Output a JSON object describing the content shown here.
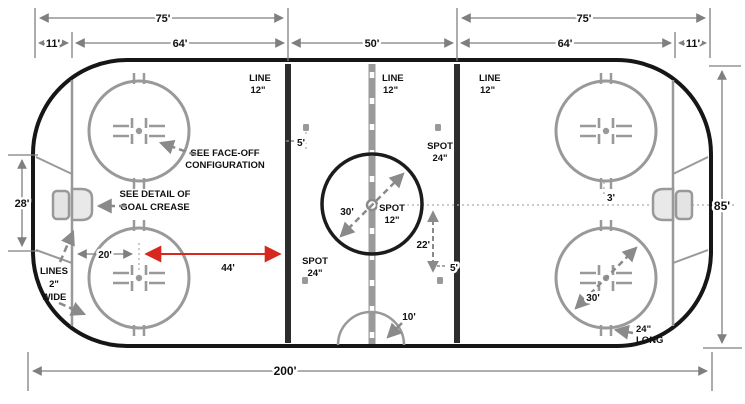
{
  "colors": {
    "board_black": "#161616",
    "blue_line_dark": "#2d2d2d",
    "line_gray": "#999999",
    "center_line_gray": "#9a9a9a",
    "dim_gray": "#7f7f7f",
    "accent_red": "#d6281e",
    "crease_fill": "#e8e8e8"
  },
  "dims": {
    "top": {
      "left_total": "75'",
      "left_a": "11'",
      "left_b": "64'",
      "center": "50'",
      "right_b": "64'",
      "right_a": "11'",
      "right_total": "75'"
    },
    "corner_radius": "28'",
    "rink_width": "85'",
    "rink_length": "200'",
    "goal_to_spot": "20'",
    "spot_to_blue": "44'",
    "circle_diameter_center": "30'",
    "circle_diameter_end": "30'",
    "spot_from_center": "22'",
    "spot_from_blue": "5'",
    "spot_from_line": "5'",
    "referee_crease": "10'",
    "hash_offset": "3'"
  },
  "labels": {
    "line12": {
      "l1": "LINE",
      "l2": "12\""
    },
    "spot24": {
      "l1": "SPOT",
      "l2": "24\""
    },
    "spot12": {
      "l1": "SPOT",
      "l2": "12\""
    },
    "faceoff_note": {
      "l1": "SEE FACE-OFF",
      "l2": "CONFIGURATION"
    },
    "crease_note": {
      "l1": "SEE DETAIL OF",
      "l2": "GOAL CREASE"
    },
    "lines_note": {
      "l1": "LINES",
      "l2": "2\"",
      "l3": "WIDE"
    },
    "long24": {
      "l1": "24\"",
      "l2": "LONG"
    }
  }
}
